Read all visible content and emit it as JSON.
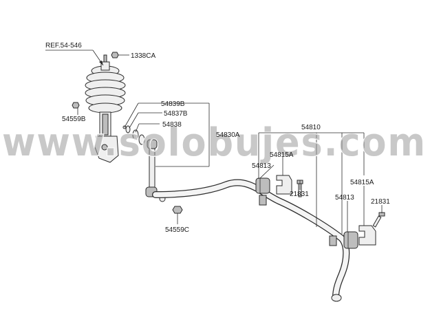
{
  "watermark": "www.solobujes.com",
  "labels": {
    "ref": "REF.54-546",
    "p1338CA": "1338CA",
    "p54559B": "54559B",
    "p54839B": "54839B",
    "p54837B": "54837B",
    "p54838": "54838",
    "p54830A": "54830A",
    "p54810": "54810",
    "p54815A_left": "54815A",
    "p54813_left": "54813",
    "p21831_left": "21831",
    "p54815A_right": "54815A",
    "p54813_right": "54813",
    "p21831_right": "21831",
    "p54559C": "54559C"
  }
}
